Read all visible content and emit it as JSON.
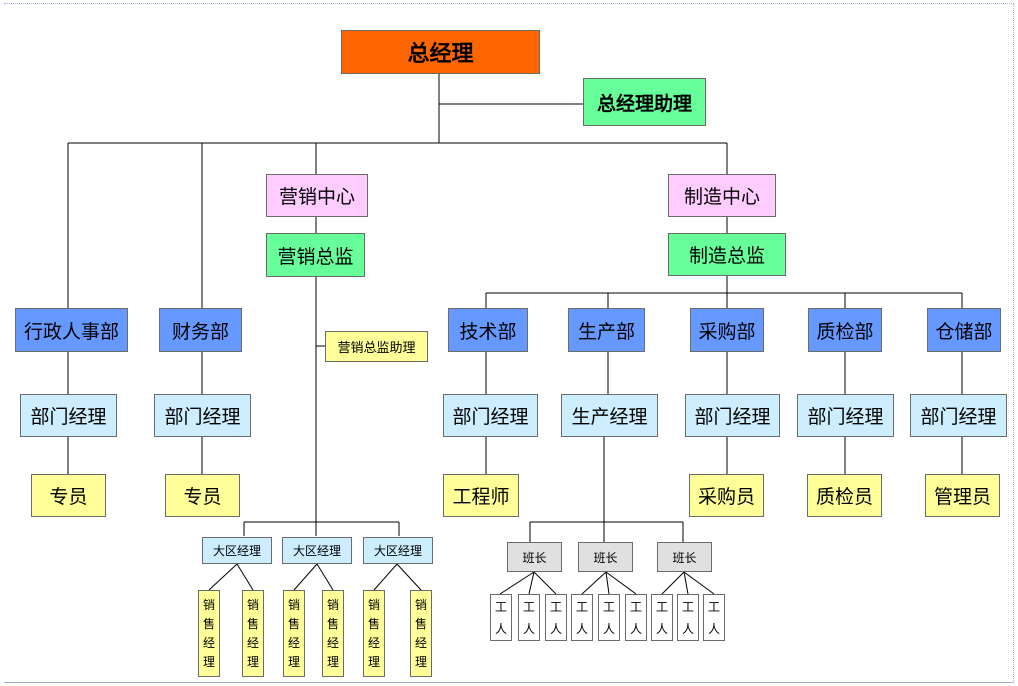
{
  "diagram": {
    "ceo": "总经理",
    "ceo_assistant": "总经理助理",
    "marketing_center": "营销中心",
    "marketing_director": "营销总监",
    "marketing_assistant": "营销总监助理",
    "manufacturing_center": "制造中心",
    "manufacturing_director": "制造总监",
    "departments": {
      "admin_hr": "行政人事部",
      "finance": "财务部",
      "tech": "技术部",
      "production": "生产部",
      "purchasing": "采购部",
      "quality": "质检部",
      "warehouse": "仓储部"
    },
    "managers": {
      "admin_hr": "部门经理",
      "finance": "部门经理",
      "tech": "部门经理",
      "production": "生产经理",
      "purchasing": "部门经理",
      "quality": "部门经理",
      "warehouse": "部门经理"
    },
    "staff": {
      "admin_hr": "专员",
      "finance": "专员",
      "tech": "工程师",
      "purchasing": "采购员",
      "quality": "质检员",
      "warehouse": "管理员"
    },
    "regional_manager": "大区经理",
    "sales_manager": "销售经理",
    "team_leader": "班长",
    "worker": "工人"
  },
  "colors": {
    "ceo": "#ff6600",
    "assistant": "#66ff99",
    "center": "#ffccff",
    "director": "#66ff99",
    "department": "#6699ff",
    "manager": "#cceeff",
    "staff": "#ffff99",
    "team_leader": "#e0e0e0",
    "lines": "#000000"
  }
}
